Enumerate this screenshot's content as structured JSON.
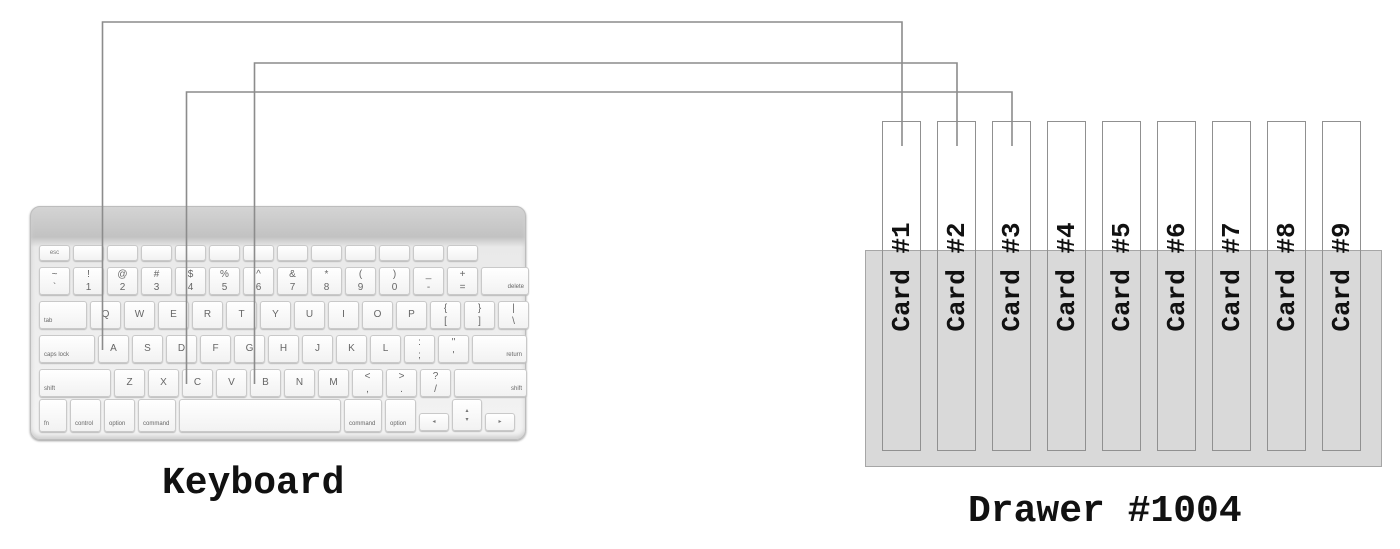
{
  "keyboard": {
    "caption": "Keyboard",
    "rows": [
      [
        "esc",
        "",
        "",
        "",
        "",
        "",
        "",
        "",
        "",
        "",
        "",
        "",
        ""
      ],
      [
        "~ `",
        "! 1",
        "@ 2",
        "# 3",
        "$ 4",
        "% 5",
        "^ 6",
        "& 7",
        "* 8",
        "( 9",
        ") 0",
        "_ -",
        "+ =",
        "delete"
      ],
      [
        "tab",
        "Q",
        "W",
        "E",
        "R",
        "T",
        "Y",
        "U",
        "I",
        "O",
        "P",
        "{ [",
        "} ]",
        "| \\"
      ],
      [
        "caps lock",
        "A",
        "S",
        "D",
        "F",
        "G",
        "H",
        "J",
        "K",
        "L",
        ": ;",
        "\" '",
        "return"
      ],
      [
        "shift",
        "Z",
        "X",
        "C",
        "V",
        "B",
        "N",
        "M",
        "< ,",
        "> .",
        "? /",
        "shift"
      ],
      [
        "fn",
        "control",
        "option",
        "command",
        "",
        "command",
        "option",
        "◂",
        "▴ ▾",
        "▸"
      ]
    ]
  },
  "drawer": {
    "caption": "Drawer #1004",
    "cards": [
      "Card #1",
      "Card #2",
      "Card #3",
      "Card #4",
      "Card #5",
      "Card #6",
      "Card #7",
      "Card #8",
      "Card #9"
    ]
  },
  "connections": [
    {
      "key": "A",
      "card": "Card #1"
    },
    {
      "key": "B",
      "card": "Card #2"
    },
    {
      "key": "C",
      "card": "Card #3"
    }
  ],
  "colors": {
    "wire": "#8c8c8c",
    "drawer": "#d9d9d9",
    "card_border": "#909090"
  }
}
